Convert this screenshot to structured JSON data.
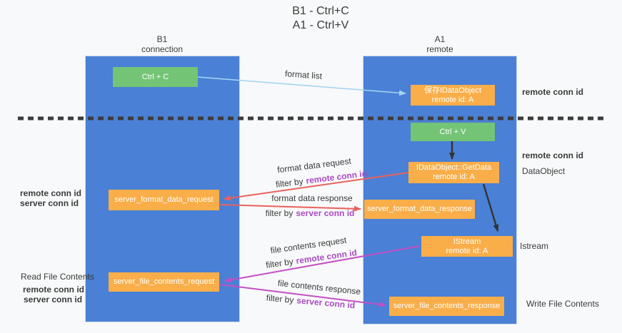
{
  "title": {
    "line1": "B1 - Ctrl+C",
    "line2": "A1 - Ctrl+V"
  },
  "lanes": {
    "left": {
      "title_line1": "B1",
      "title_line2": "connection"
    },
    "right": {
      "title_line1": "A1",
      "title_line2": "remote"
    }
  },
  "boxes": {
    "ctrl_c": {
      "label": "Ctrl + C"
    },
    "ctrl_v": {
      "label": "Ctrl + V"
    },
    "save_idataobject": {
      "line1": "保存IDataObject",
      "line2": "remote id: A"
    },
    "getdata": {
      "line1": "IDataObject::GetData",
      "line2": "remote id: A"
    },
    "istream": {
      "line1": "IStream",
      "line2": "remote id: A"
    },
    "format_request": {
      "label": "server_format_data_request"
    },
    "format_response": {
      "label": "server_format_data_response"
    },
    "file_request": {
      "label": "server_file_contents_request"
    },
    "file_response": {
      "label": "server_file_contents_response"
    }
  },
  "messages": {
    "format_list": "format list",
    "format_data_request": "format data request",
    "format_data_response": "format data response",
    "file_contents_request": "file contents request",
    "file_contents_response": "file contents response",
    "filter_by": "filter by",
    "remote_conn_id": "remote conn id",
    "server_conn_id": "server conn id"
  },
  "annotations": {
    "right_dataobject": "DataObject",
    "right_istream": "Istream",
    "right_write_file_contents": "Write File Contents",
    "left_read_file_contents": "Read File Contents"
  },
  "colors": {
    "lane_fill": "#4a80d5",
    "box_orange": "#f9ae49",
    "box_green": "#74c476",
    "arrow_blue": "#a5d5f2",
    "arrow_red": "#e8625c",
    "arrow_magenta": "#c44fc4",
    "arrow_black": "#333333",
    "text_purple": "#ab4bc3",
    "text_green": "#5fae63",
    "background": "#f8f9fa"
  }
}
